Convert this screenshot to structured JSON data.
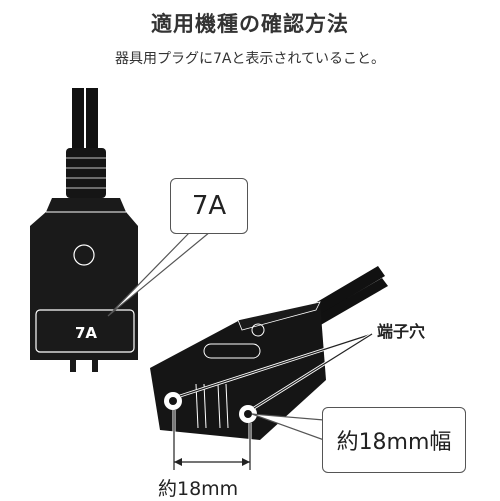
{
  "heading": {
    "title": "適用機種の確認方法",
    "subtitle": "器具用プラグに7Aと表示されていること。"
  },
  "appliance_plug": {
    "rating_text": "7A"
  },
  "callouts": {
    "rating": "7A",
    "terminal_holes": "端子穴",
    "width": "約18mm幅",
    "spacing": "約18mm"
  },
  "colors": {
    "plug_body": "#1a1a1a",
    "cord": "#111111",
    "outline": "#ffffff",
    "callout_border": "#555555"
  }
}
